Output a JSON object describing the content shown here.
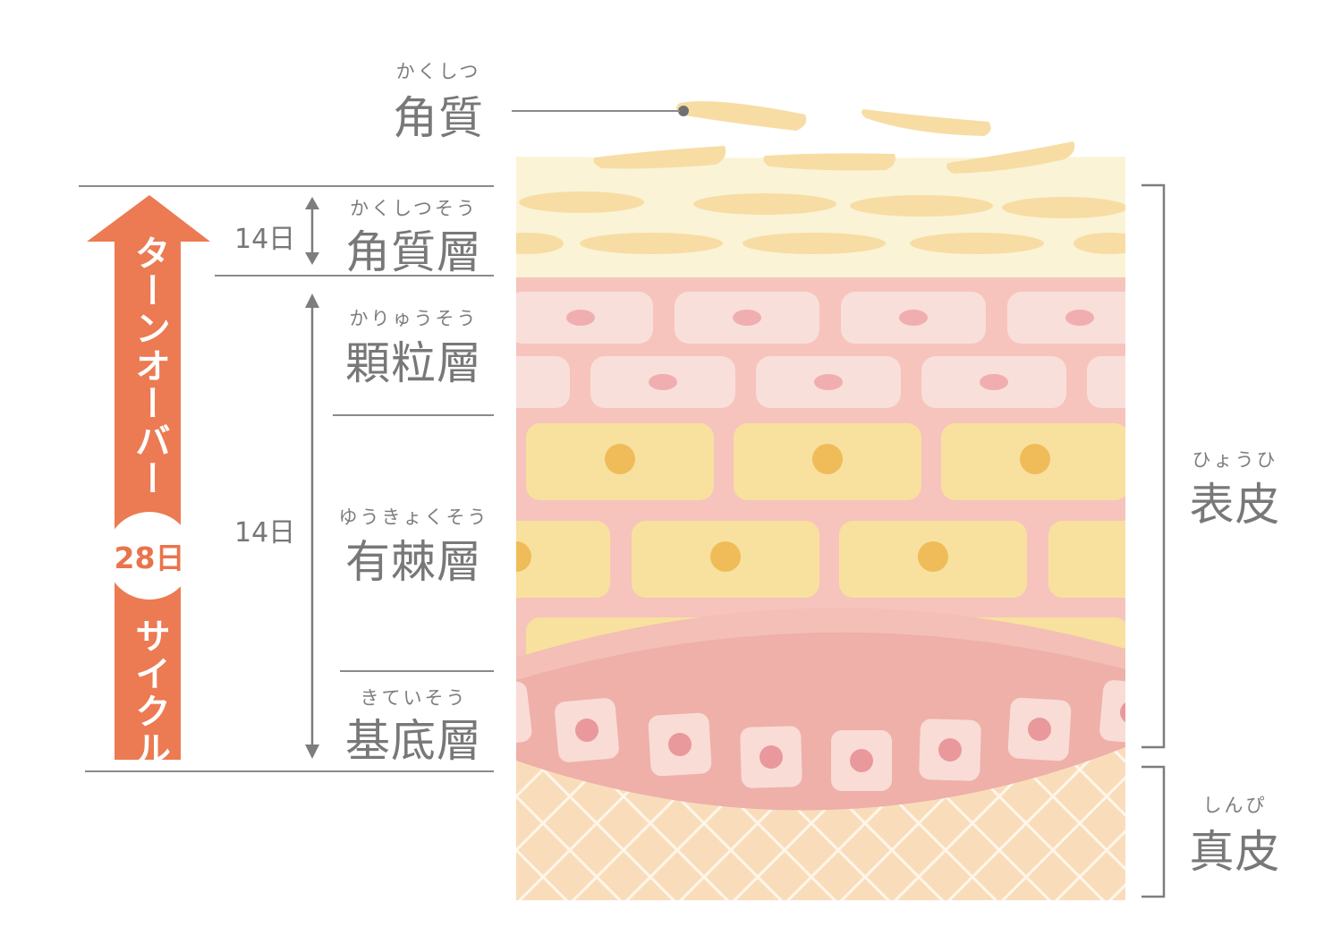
{
  "labels": {
    "kakushitsu": {
      "ruby": "かくしつ",
      "text": "角質"
    },
    "kakushitsusou": {
      "ruby": "かくしつそう",
      "text": "角質層"
    },
    "karyuusou": {
      "ruby": "かりゅうそう",
      "text": "顆粒層"
    },
    "yuukyokusou": {
      "ruby": "ゆうきょくそう",
      "text": "有棘層"
    },
    "kiteisou": {
      "ruby": "きていそう",
      "text": "基底層"
    },
    "hyouhi": {
      "ruby": "ひょうひ",
      "text": "表皮"
    },
    "shinpi": {
      "ruby": "しんぴ",
      "text": "真皮"
    }
  },
  "durations": {
    "stratum_corneum": "14日",
    "lower_layers": "14日"
  },
  "turnover": {
    "title": "ターンオーバー",
    "days": "28日",
    "cycle": "サイクル"
  },
  "colors": {
    "arrow": "#ec7a52",
    "corneum": "#fbf3d6",
    "corneum_cell": "#f7dda4",
    "granular_bg": "#f6c4bc",
    "granular_cell": "#f9dfd9",
    "granular_nucleus": "#f1aeb0",
    "spinous_cell": "#f8e19e",
    "spinous_nucleus": "#efbc59",
    "basal_bg": "#eeb0a8",
    "basal_cell": "#f9dcd6",
    "basal_nucleus": "#e9999c",
    "dermis": "#f9ddbb",
    "label_gray": "#787878"
  }
}
